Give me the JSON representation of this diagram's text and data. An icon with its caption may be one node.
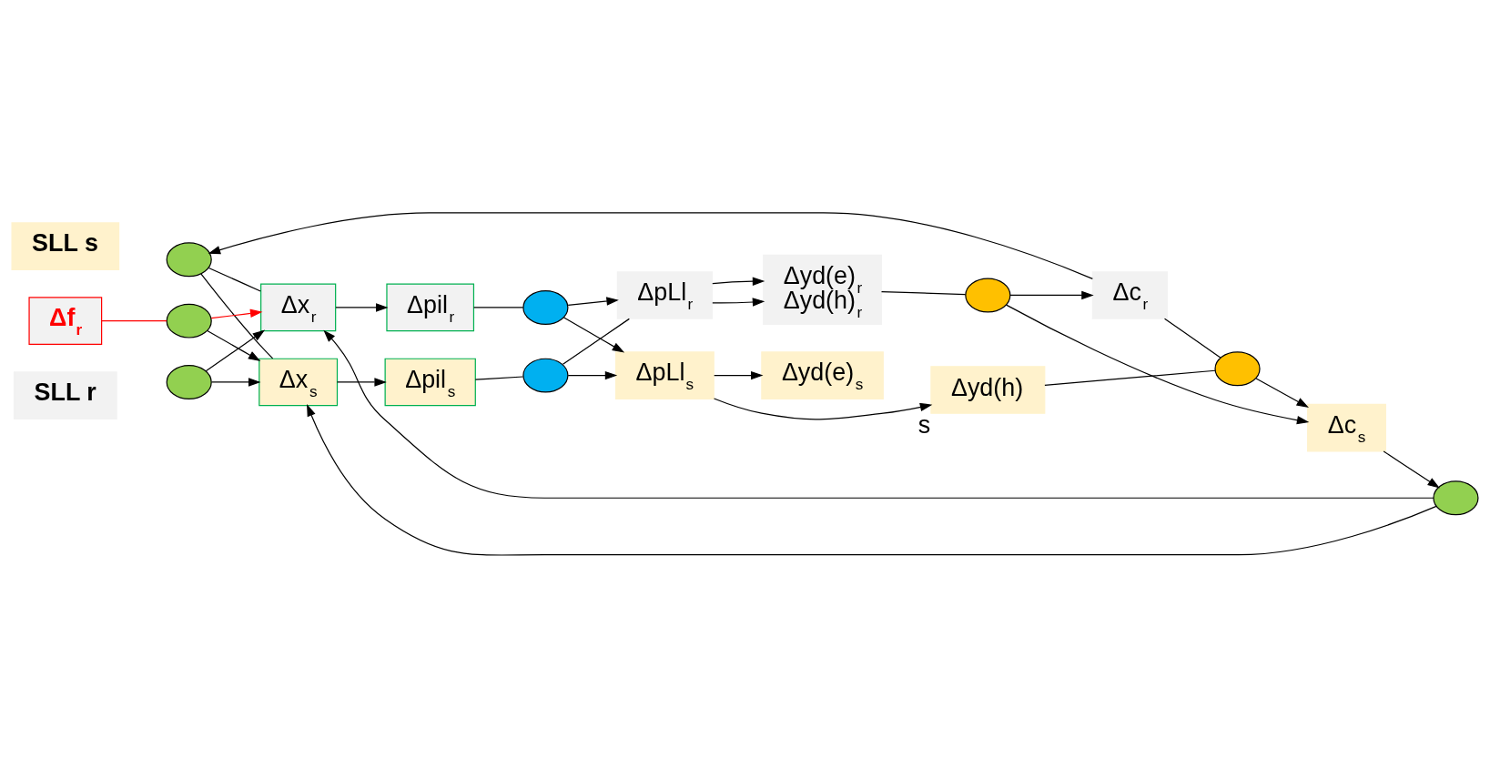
{
  "diagram": {
    "nodes": [
      {
        "text": [
          "SLL r"
        ]
      },
      {
        "text": [],
        "shape": "circle"
      },
      {
        "text": [
          "Δf$_{r}$"
        ]
      },
      {
        "text": [],
        "shape": "circle"
      },
      {
        "text": [
          "Δx$_{r}$"
        ]
      },
      {
        "text": [
          "Δpil$_{r}$"
        ]
      },
      {
        "text": [],
        "shape": "circle"
      },
      {
        "text": [
          "ΔpLl$_{r}$"
        ]
      },
      {
        "text": [
          "Δyd(e)$_{r}$",
          "Δyd(h)$_{r}$"
        ]
      },
      {
        "text": [],
        "shape": "circle"
      },
      {
        "text": [
          "Δc$_{r}$"
        ]
      },
      {
        "text": [],
        "shape": "circle"
      },
      {
        "text": [
          "Δx$_{s}$"
        ]
      },
      {
        "text": [
          "Δpil$_{s}$"
        ]
      },
      {
        "text": [],
        "shape": "circle"
      },
      {
        "text": [
          "ΔpLl$_{s}$"
        ]
      },
      {
        "text": [
          "Δyd(h)"
        ],
        "beside": [
          "s"
        ]
      },
      {
        "text": [],
        "shape": "circle"
      },
      {
        "text": [
          "Δc$_{s}$"
        ]
      },
      {
        "text": [],
        "shape": "circle"
      },
      {
        "text": [
          "Δyd(e)$_{s}$"
        ]
      },
      {
        "text": [
          "SLL s"
        ]
      }
    ],
    "edges": [
      {
        "from": 2,
        "to": 3,
        "arrow": "none",
        "color": "#ff0000"
      },
      {
        "from": 3,
        "to": 4,
        "arrow": "to",
        "color": "#ff0000"
      },
      {
        "from": 3,
        "to": 12,
        "arrow": "to"
      },
      {
        "from": 10,
        "to": 1,
        "arrow": "to"
      },
      {
        "from": 1,
        "to": 4,
        "arrow": "none"
      },
      {
        "from": 1,
        "to": 12,
        "arrow": "none"
      },
      {
        "from": 11,
        "to": 4,
        "arrow": "to"
      },
      {
        "from": 11,
        "to": 12,
        "arrow": "to"
      },
      {
        "from": 19,
        "to": 4,
        "arrow": "to"
      },
      {
        "from": 19,
        "to": 12,
        "arrow": "to"
      },
      {
        "from": 18,
        "to": 19,
        "arrow": "to"
      },
      {
        "from": 4,
        "to": 5,
        "arrow": "to"
      },
      {
        "from": 12,
        "to": 13,
        "arrow": "to"
      },
      {
        "from": 5,
        "to": 6,
        "arrow": "none"
      },
      {
        "from": 6,
        "to": 7,
        "arrow": "to"
      },
      {
        "from": 6,
        "to": 15,
        "arrow": "to"
      },
      {
        "from": 13,
        "to": 14,
        "arrow": "none"
      },
      {
        "from": 14,
        "to": 15,
        "arrow": "to"
      },
      {
        "from": 14,
        "to": 7,
        "arrow": "none"
      },
      {
        "from": 7,
        "to": 8,
        "arrow": "to"
      },
      {
        "from": 7,
        "to": 8,
        "arrow": "to"
      },
      {
        "from": 8,
        "to": 9,
        "arrow": "none"
      },
      {
        "from": 9,
        "to": 10,
        "arrow": "to"
      },
      {
        "from": 9,
        "to": 18,
        "arrow": "to"
      },
      {
        "from": 10,
        "to": 17,
        "arrow": "none"
      },
      {
        "from": 15,
        "to": 16,
        "arrow": "to"
      },
      {
        "from": 15,
        "to": 20,
        "arrow": "to"
      },
      {
        "from": 16,
        "to": 17,
        "arrow": "none"
      },
      {
        "from": 17,
        "to": 18,
        "arrow": "to"
      }
    ]
  }
}
